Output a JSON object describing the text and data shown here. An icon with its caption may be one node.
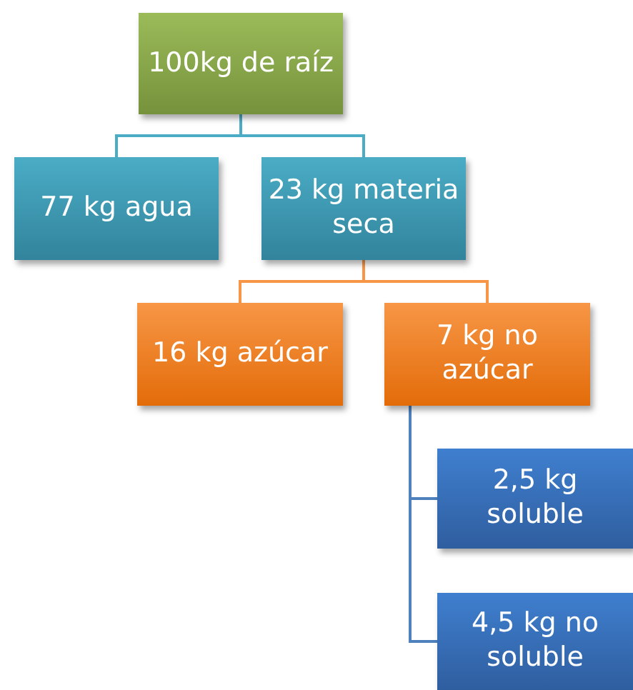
{
  "diagram": {
    "nodes": [
      {
        "text": [
          "100kg de raíz"
        ]
      },
      {
        "text": [
          "77 kg agua"
        ]
      },
      {
        "text": [
          "23 kg materia seca"
        ]
      },
      {
        "text": [
          "16 kg azúcar"
        ]
      },
      {
        "text": [
          "7 kg no azúcar"
        ]
      },
      {
        "text": [
          "2,5 kg soluble"
        ]
      },
      {
        "text": [
          "4,5 kg no soluble"
        ]
      }
    ],
    "edges": [
      {
        "from": 0,
        "to": 1,
        "arrow": "none",
        "color": "#4bacc6"
      },
      {
        "from": 0,
        "to": 2,
        "arrow": "none",
        "color": "#4bacc6"
      },
      {
        "from": 2,
        "to": 3,
        "arrow": "none",
        "color": "#f79646"
      },
      {
        "from": 2,
        "to": 4,
        "arrow": "none",
        "color": "#f79646"
      },
      {
        "from": 4,
        "to": 5,
        "arrow": "none",
        "color": "#4f81bd"
      },
      {
        "from": 4,
        "to": 6,
        "arrow": "none",
        "color": "#4f81bd"
      }
    ]
  }
}
